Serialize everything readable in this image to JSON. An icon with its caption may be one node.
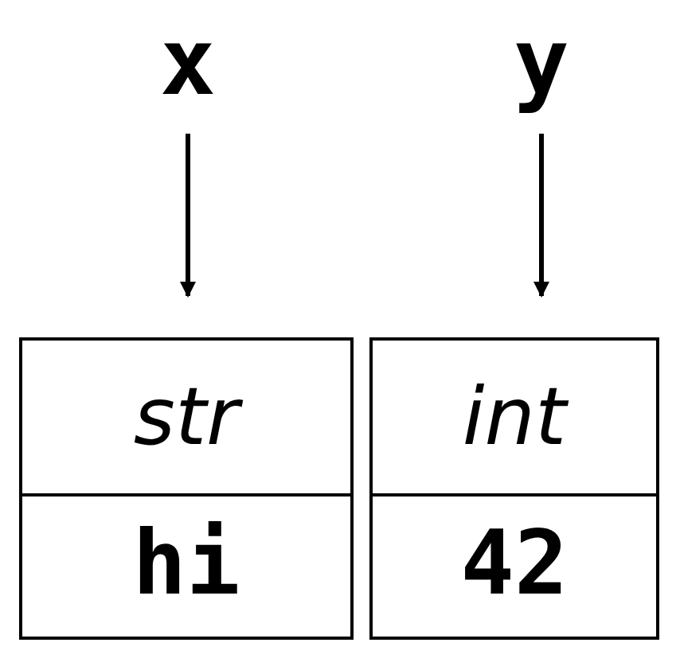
{
  "diagram": {
    "nodes": [
      {
        "text": [
          "x"
        ]
      },
      {
        "text": [
          "y"
        ]
      },
      {
        "text": [
          "str",
          "hi"
        ]
      },
      {
        "text": [
          "int",
          "42"
        ]
      }
    ],
    "edges": [
      {
        "from": 0,
        "to": 2,
        "arrow": "to"
      },
      {
        "from": 1,
        "to": 3,
        "arrow": "to"
      }
    ]
  }
}
